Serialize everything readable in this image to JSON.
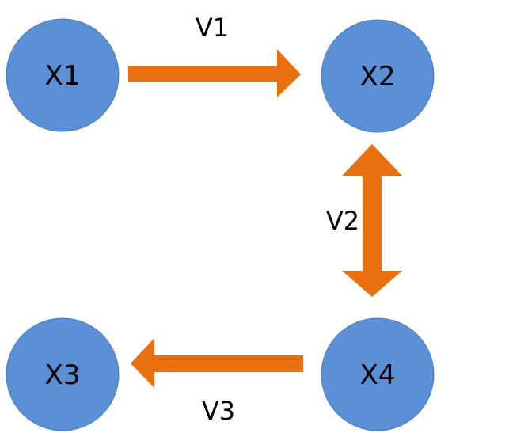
{
  "colors": {
    "node_fill": "#5b8fd6",
    "node_stroke": "#4a7cc0",
    "arrow_fill": "#e8700f"
  },
  "nodes": [
    {
      "id": "X1",
      "label": "X1"
    },
    {
      "id": "X2",
      "label": "X2"
    },
    {
      "id": "X3",
      "label": "X3"
    },
    {
      "id": "X4",
      "label": "X4"
    }
  ],
  "edges": [
    {
      "from": "X1",
      "to": "X2",
      "label": "V1",
      "direction": "forward"
    },
    {
      "from": "X2",
      "to": "X4",
      "label": "V2",
      "direction": "bidirectional"
    },
    {
      "from": "X4",
      "to": "X3",
      "label": "V3",
      "direction": "forward"
    }
  ]
}
